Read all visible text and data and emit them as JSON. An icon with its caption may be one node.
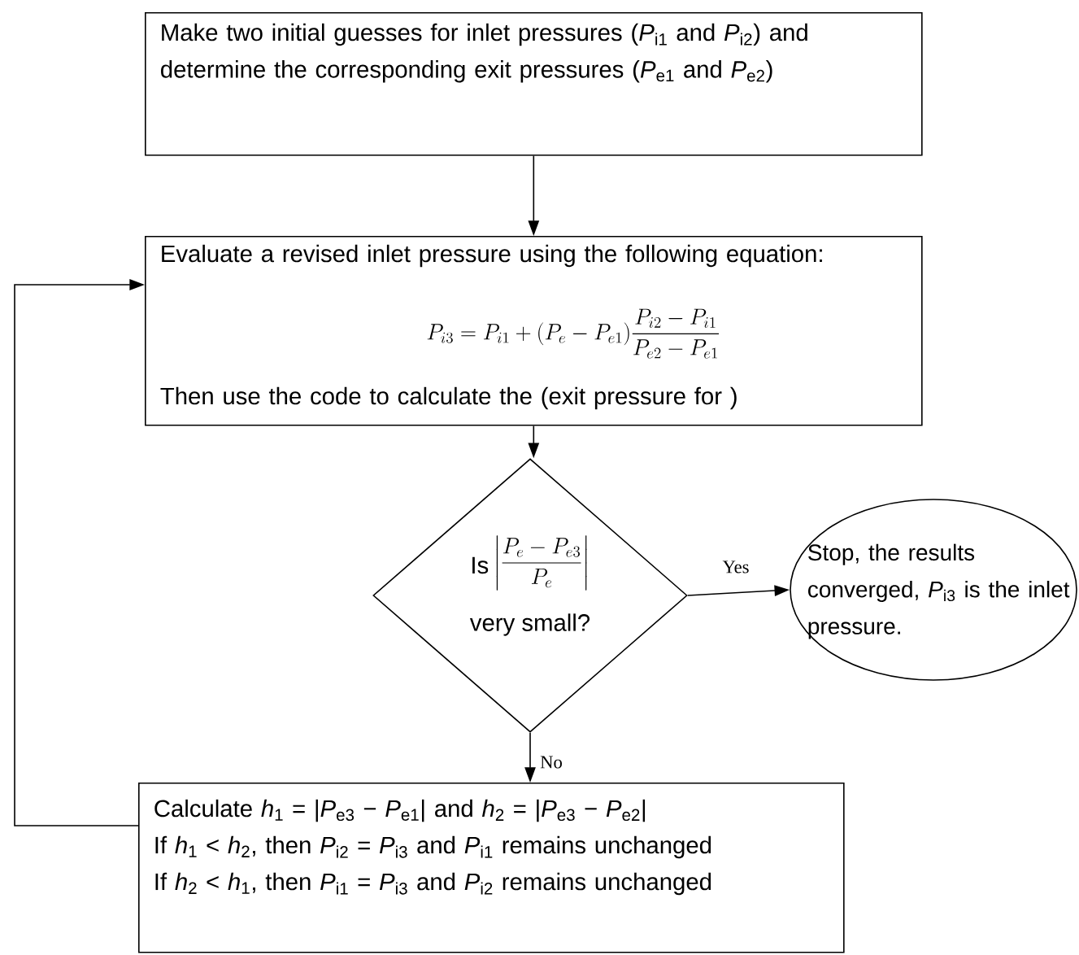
{
  "diagram": {
    "nodes": [
      {
        "text": [
          "Make two initial guesses for inlet pressures (*P*$_{i1}$ and *P*$_{i2}$) and determine the corresponding exit pressures (*P*$_{e1}$ and *P*$_{e2}$)"
        ]
      },
      {
        "text": [
          "Evaluate a revised inlet pressure using the following equation:",
          "P_{i3} = P_{i1} + (P_e - P_{e1})\\frac{P_{i2} - P_{i1}}{P_{e2} - P_{e1}}",
          "Then use the code to calculate the (exit pressure for )"
        ]
      },
      {
        "text": [
          "Is",
          "\\left|\\frac{P_e - P_{e3}}{P_e}\\right|",
          "very small?"
        ]
      },
      {
        "text": [
          "Stop, the results converged, *P*$_{i3}$ is the inlet pressure."
        ]
      },
      {
        "text": [
          "Calculate *h*$_{1}$ = |*P*$_{e3}$ − *P*$_{e1}$| and *h*$_{2}$ = |*P*$_{e3}$ − *P*$_{e2}$|",
          "If *h*$_{1}$ < *h*$_{2}$, then *P*$_{i2}$ = *P*$_{i3}$ and *P*$_{i1}$ remains unchanged",
          "If *h*$_{2}$ < *h*$_{1}$, then *P*$_{i1}$ = *P*$_{i3}$ and *P*$_{i2}$ remains unchanged"
        ]
      }
    ],
    "edges": [
      {
        "from": 0,
        "to": 1,
        "arrow": "to"
      },
      {
        "from": 1,
        "to": 2,
        "arrow": "to"
      },
      {
        "from": 2,
        "to": 3,
        "arrow": "to",
        "label": "Yes"
      },
      {
        "from": 2,
        "to": 4,
        "arrow": "to",
        "label": "No"
      },
      {
        "from": 4,
        "to": 1,
        "arrow": "to"
      }
    ]
  }
}
